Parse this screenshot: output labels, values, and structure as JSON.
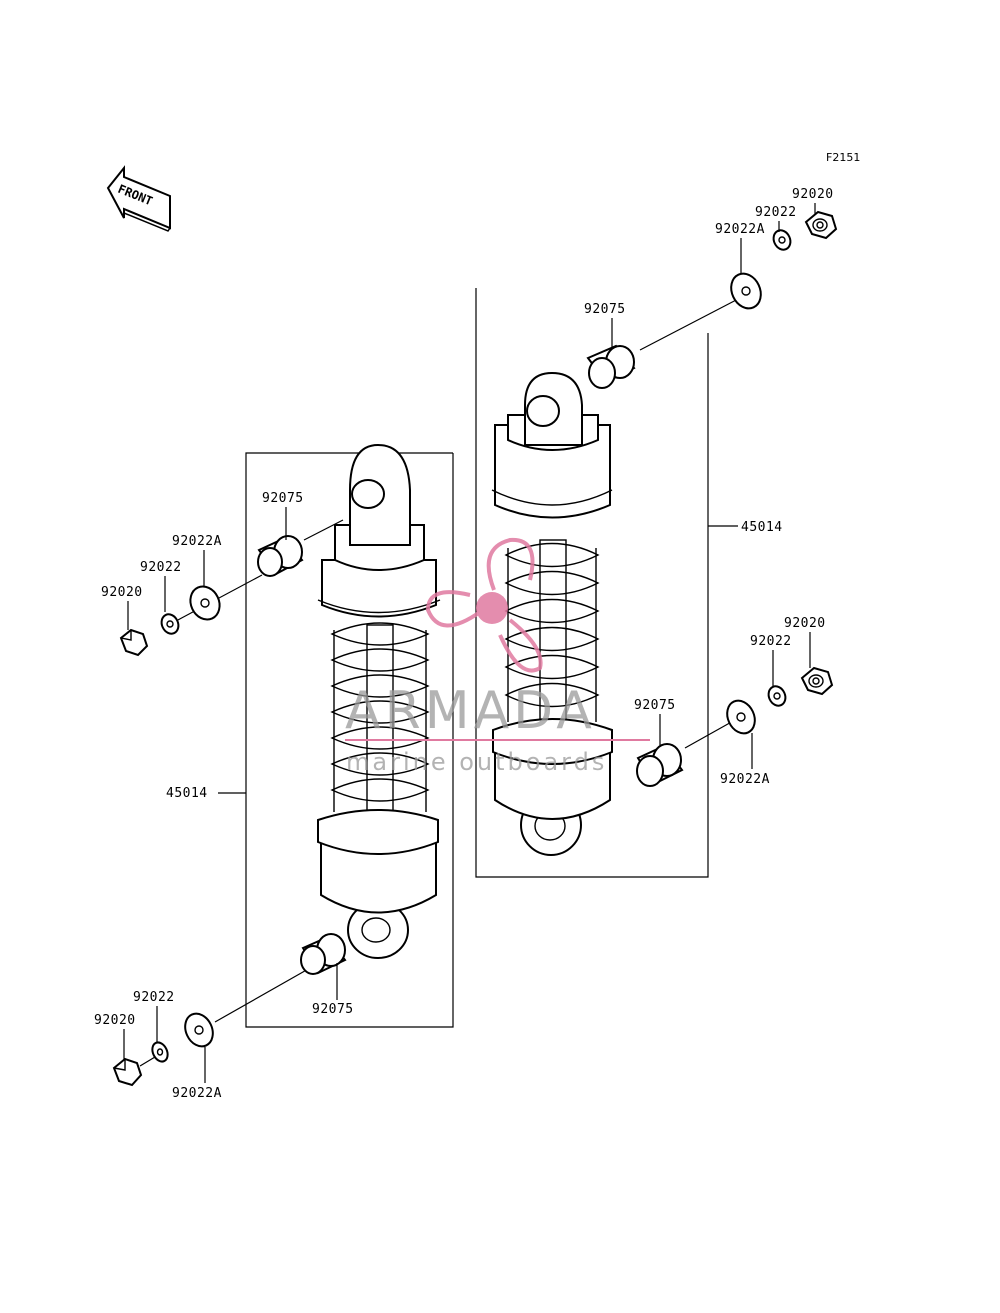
{
  "diagram_code": "F2151",
  "front_label": "FRONT",
  "watermark": {
    "brand": "ARMADA",
    "tagline": "marine outboards",
    "color": "#e07aa0"
  },
  "labels": {
    "l_92075_top": "92075",
    "l_92022A_l": "92022A",
    "l_92022_l": "92022",
    "l_92020_l": "92020",
    "l_45014_l": "45014",
    "l_92075_bot": "92075",
    "l_92022_lb": "92022",
    "l_92020_lb": "92020",
    "l_92022A_lb": "92022A",
    "r_92020_top": "92020",
    "r_92022_top": "92022",
    "r_92022A_top": "92022A",
    "r_92075_top": "92075",
    "r_45014": "45014",
    "r_92020_mid": "92020",
    "r_92022_mid": "92022",
    "r_92075_mid": "92075",
    "r_92022A_mid": "92022A"
  }
}
